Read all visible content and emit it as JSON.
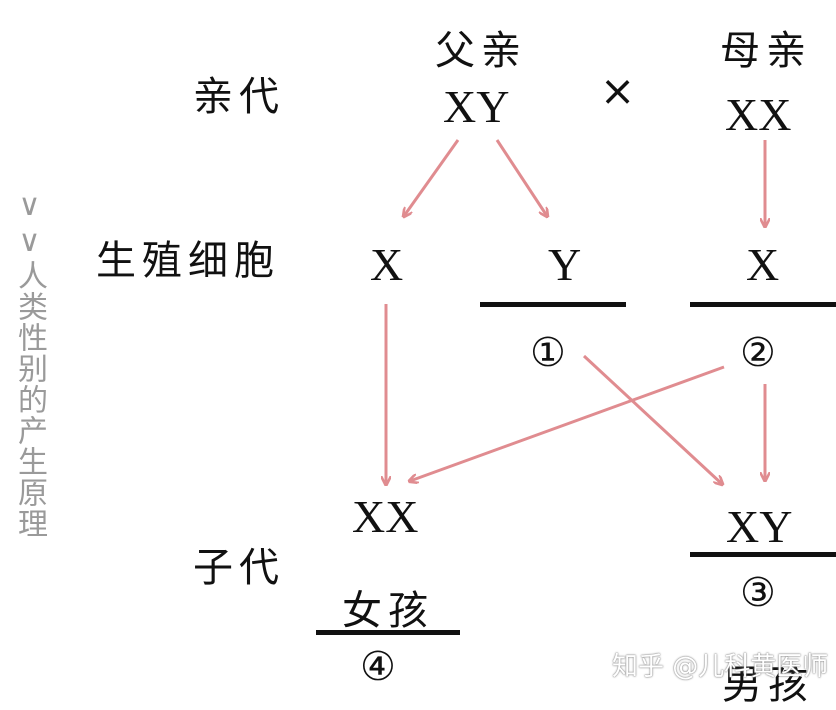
{
  "side_title": "∨∨人类性别的产生原理",
  "rows": {
    "parent": "亲代",
    "gamete": "生殖细胞",
    "offspring": "子代"
  },
  "parents": {
    "father_label": "父亲",
    "mother_label": "母亲",
    "cross": "×",
    "father_genotype": "XY",
    "mother_genotype": "XX"
  },
  "gametes": {
    "father_x": "X",
    "father_y": "Y",
    "mother_x": "X",
    "blank1_number": "①",
    "blank2_number": "②"
  },
  "offspring": {
    "girl_genotype": "XX",
    "girl_label": "女孩",
    "girl_number": "④",
    "boy_genotype": "XY",
    "boy_label": "男孩",
    "boy_number": "③"
  },
  "watermark": "知乎 @儿科黄医师",
  "colors": {
    "arrow": "#e08c90",
    "text": "#111111",
    "side_text": "#9a9a9a"
  }
}
